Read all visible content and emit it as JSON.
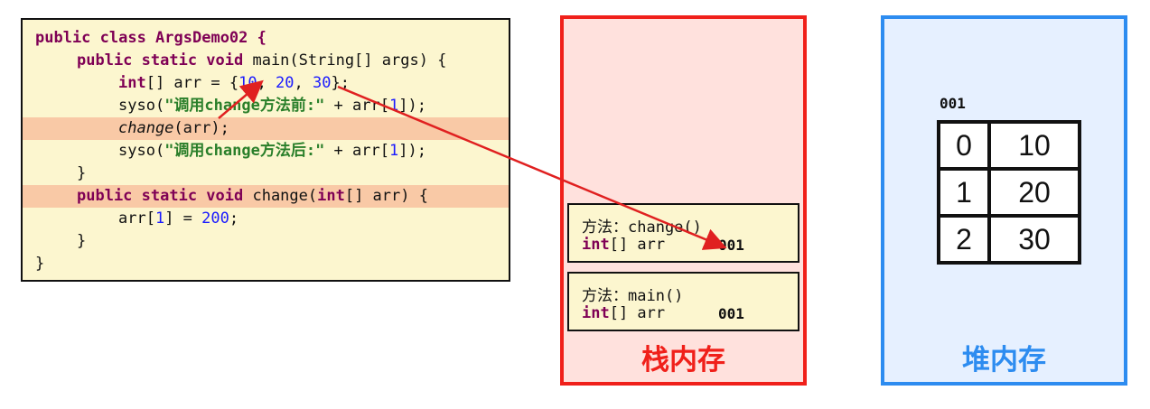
{
  "code": {
    "l1": "public class ArgsDemo02 {",
    "l2_kw": "public static void",
    "l2_rest": " main(String[] args) {",
    "l3_kw": "int",
    "l3_a": "[] arr = {",
    "l3_n1": "10",
    "l3_c1": ", ",
    "l3_n2": "20",
    "l3_c2": ", ",
    "l3_n3": "30",
    "l3_end": "};",
    "l4_a": "syso(",
    "l4_str": "\"调用change方法前:\"",
    "l4_b": " + arr[",
    "l4_n": "1",
    "l4_c": "]);",
    "l5_call": "change",
    "l5_rest": "(arr);",
    "l6_a": "syso(",
    "l6_str": "\"调用change方法后:\"",
    "l6_b": " + arr[",
    "l6_n": "1",
    "l6_c": "]);",
    "l7": "}",
    "l8_kw": "public static void",
    "l8_a": " change(",
    "l8_kw2": "int",
    "l8_b": "[] arr) {",
    "l9_a": "arr[",
    "l9_n1": "1",
    "l9_b": "] = ",
    "l9_n2": "200",
    "l9_c": ";",
    "l10": "}",
    "l11": "}"
  },
  "stack": {
    "title": "栈内存",
    "frames": [
      {
        "method_label": "方法：change()",
        "var_kw": "int",
        "var_rest": "[] arr",
        "addr": "001"
      },
      {
        "method_label": "方法：main()",
        "var_kw": "int",
        "var_rest": "[] arr",
        "addr": "001"
      }
    ]
  },
  "heap": {
    "title": "堆内存",
    "address": "001",
    "array": [
      {
        "index": "0",
        "value": "10"
      },
      {
        "index": "1",
        "value": "20"
      },
      {
        "index": "2",
        "value": "30"
      }
    ]
  },
  "colors": {
    "stack_border": "#f0201a",
    "heap_border": "#2d8cf0",
    "arrow": "#e02020",
    "highlight": "#f9c9a6"
  }
}
